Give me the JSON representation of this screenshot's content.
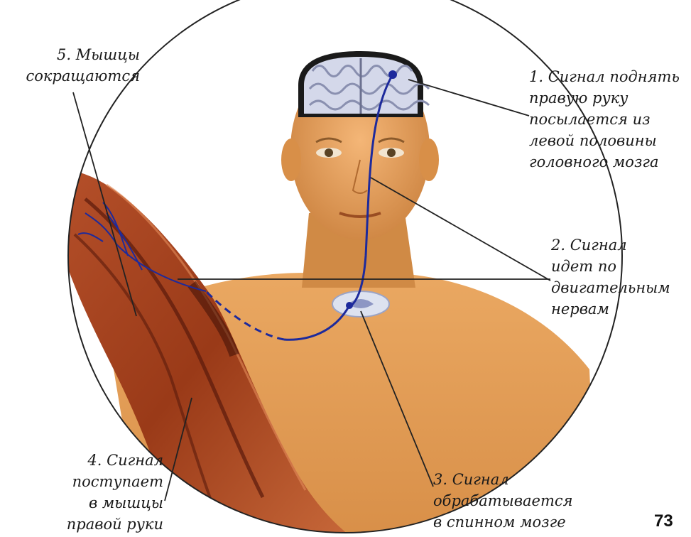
{
  "labels": {
    "step1": {
      "lines": [
        "1. Сигнал поднять",
        "правую руку",
        "посылается из",
        "левой половины",
        "головного мозга"
      ]
    },
    "step2": {
      "lines": [
        "2. Сигнал",
        "идет по",
        "двигательным",
        "нервам"
      ]
    },
    "step3": {
      "lines": [
        "3. Сигнал",
        "обрабатывается",
        "в спинном мозге"
      ]
    },
    "step4": {
      "lines": [
        "4. Сигнал",
        "поступает",
        "в мышцы",
        "правой руки"
      ]
    },
    "step5": {
      "lines": [
        "5. Мышцы",
        "сокращаются"
      ]
    }
  },
  "page_number": "73",
  "colors": {
    "skin": "#e8a25a",
    "skin_shadow": "#c97a3a",
    "muscle": "#a8431f",
    "muscle_dark": "#5a1a0c",
    "nerve": "#1d2a9c",
    "brain": "#d4d8ea",
    "leader_line": "#222222"
  }
}
